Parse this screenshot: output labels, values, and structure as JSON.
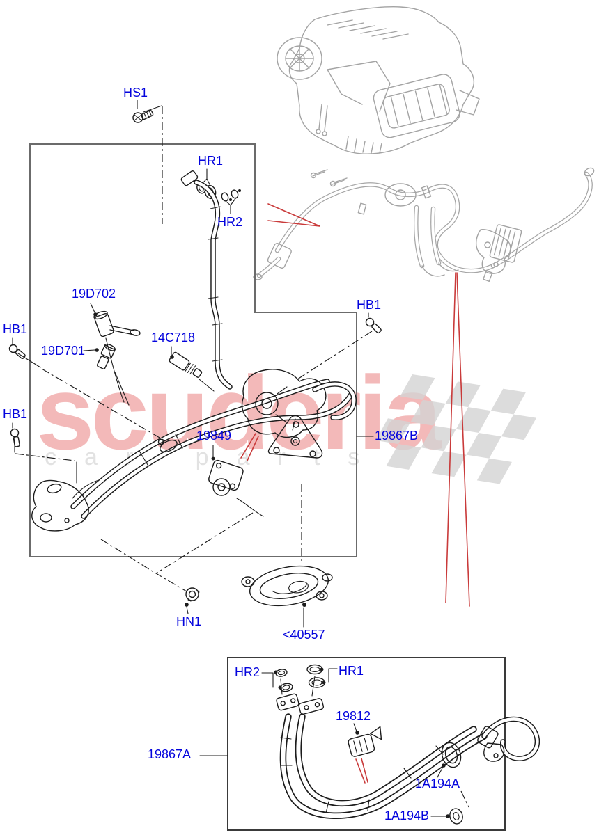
{
  "labels": {
    "hs1": "HS1",
    "hr1_top": "HR1",
    "hr2_top": "HR2",
    "p_19d702": "19D702",
    "p_19d701": "19D701",
    "p_14c718": "14C718",
    "hb1_left_top": "HB1",
    "hb1_right": "HB1",
    "hb1_left_bottom": "HB1",
    "p_19849": "19849",
    "p_19867b": "19867B",
    "hn1": "HN1",
    "p_40557": "<40557",
    "hr2_bottom": "HR2",
    "hr1_bottom": "HR1",
    "p_19812": "19812",
    "p_19867a": "19867A",
    "p_1a194a": "1A194A",
    "p_1a194b": "1A194B"
  },
  "watermark": {
    "brand": "scuderia",
    "tagline": "car parts"
  },
  "colors": {
    "part_label_blue": "#0404dd",
    "callout_red": "#c93a3a",
    "context_sketch_gray": "#a3a3a3",
    "line_black": "#1c1c1c",
    "watermark_pink": "#f3b9b9",
    "watermark_gray": "#e2e2e2",
    "main_box_gray": "#6b6b6b"
  }
}
